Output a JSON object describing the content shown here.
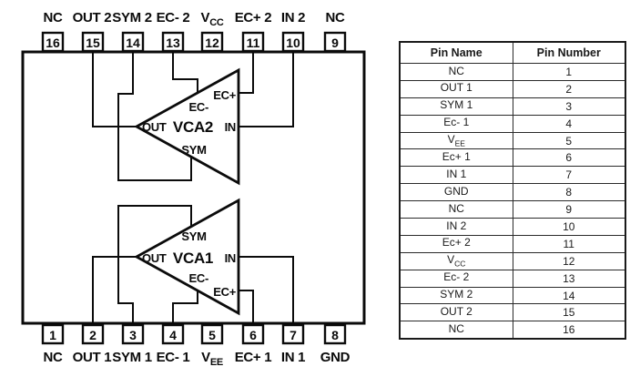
{
  "colors": {
    "line": "#0b0b0b",
    "text": "#000000",
    "background": "#ffffff"
  },
  "diagram": {
    "top_pins": [
      {
        "number": "16",
        "label": "NC",
        "sub": ""
      },
      {
        "number": "15",
        "label": "OUT 2",
        "sub": ""
      },
      {
        "number": "14",
        "label": "SYM 2",
        "sub": ""
      },
      {
        "number": "13",
        "label": "EC- 2",
        "sub": ""
      },
      {
        "number": "12",
        "label": "V",
        "sub": "CC"
      },
      {
        "number": "11",
        "label": "EC+ 2",
        "sub": ""
      },
      {
        "number": "10",
        "label": "IN 2",
        "sub": ""
      },
      {
        "number": "9",
        "label": "NC",
        "sub": ""
      }
    ],
    "bottom_pins": [
      {
        "number": "1",
        "label": "NC",
        "sub": ""
      },
      {
        "number": "2",
        "label": "OUT 1",
        "sub": ""
      },
      {
        "number": "3",
        "label": "SYM 1",
        "sub": ""
      },
      {
        "number": "4",
        "label": "EC- 1",
        "sub": ""
      },
      {
        "number": "5",
        "label": "V",
        "sub": "EE"
      },
      {
        "number": "6",
        "label": "EC+ 1",
        "sub": ""
      },
      {
        "number": "7",
        "label": "IN 1",
        "sub": ""
      },
      {
        "number": "8",
        "label": "GND",
        "sub": ""
      }
    ],
    "amplifiers": [
      {
        "name": "VCA2",
        "out_label": "OUT",
        "in_label": "IN",
        "sym_label": "SYM",
        "ec_minus_label": "EC-",
        "ec_plus_label": "EC+"
      },
      {
        "name": "VCA1",
        "out_label": "OUT",
        "in_label": "IN",
        "sym_label": "SYM",
        "ec_minus_label": "EC-",
        "ec_plus_label": "EC+"
      }
    ]
  },
  "table": {
    "headers": [
      "Pin Name",
      "Pin Number"
    ],
    "rows": [
      {
        "name": "NC",
        "sub": "",
        "number": "1"
      },
      {
        "name": "OUT 1",
        "sub": "",
        "number": "2"
      },
      {
        "name": "SYM 1",
        "sub": "",
        "number": "3"
      },
      {
        "name": "Ec- 1",
        "sub": "",
        "number": "4"
      },
      {
        "name": "V",
        "sub": "EE",
        "number": "5"
      },
      {
        "name": "Ec+ 1",
        "sub": "",
        "number": "6"
      },
      {
        "name": "IN 1",
        "sub": "",
        "number": "7"
      },
      {
        "name": "GND",
        "sub": "",
        "number": "8"
      },
      {
        "name": "NC",
        "sub": "",
        "number": "9"
      },
      {
        "name": "IN 2",
        "sub": "",
        "number": "10"
      },
      {
        "name": "Ec+ 2",
        "sub": "",
        "number": "11"
      },
      {
        "name": "V",
        "sub": "CC",
        "number": "12"
      },
      {
        "name": "Ec- 2",
        "sub": "",
        "number": "13"
      },
      {
        "name": "SYM 2",
        "sub": "",
        "number": "14"
      },
      {
        "name": "OUT 2",
        "sub": "",
        "number": "15"
      },
      {
        "name": "NC",
        "sub": "",
        "number": "16"
      }
    ]
  }
}
